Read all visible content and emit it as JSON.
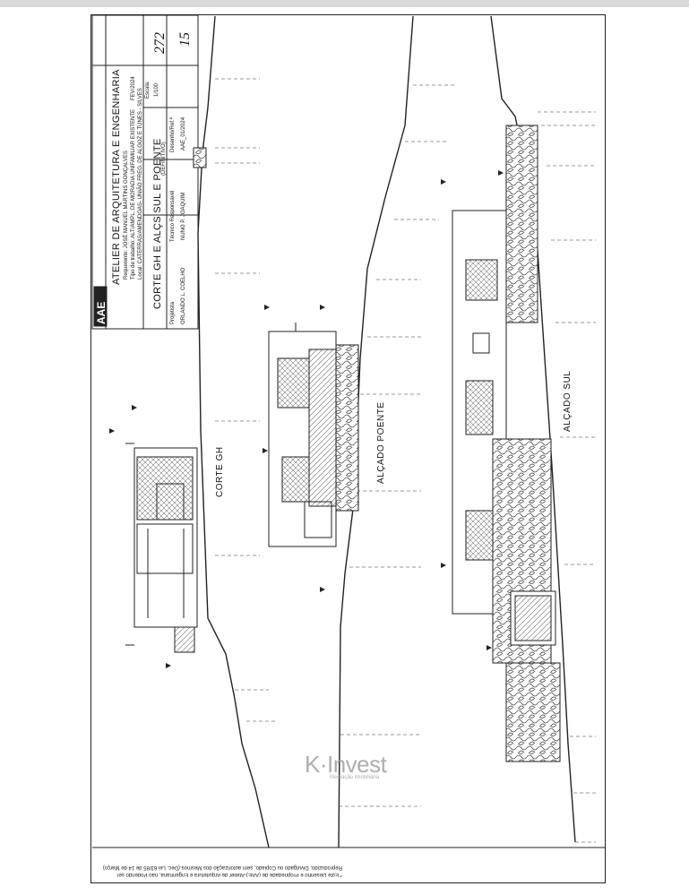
{
  "title_block": {
    "logo": "AAE",
    "firm": "ATELIER DE ARQUITETURA E ENGENHARIA",
    "requerente": "Requerente: JOSÉ MANUEL MARTINS GONÇALVES",
    "tipo": "Tipo de trabalho: ALT/AMPL. DE MORADIA UNIFAMILIAR EXISTENTE",
    "local": "Local: CATERRAS/AMENDOAS- UNIÃO FREG. DE ALGOZ E TUNES - SILVES",
    "drawing_title": "CORTE GH E ALÇS SUL E POENTE",
    "definitivo": "(DEFINITIVO)",
    "projetista_label": "Projetista",
    "projetista_name": "ORLANDO L. COELHO",
    "tecnico_label": "Técnico Responsável",
    "tecnico_name": "NUNO P. JOAQUIM",
    "date": "FEV/2024",
    "escala_label": "Escala:",
    "escala_value": "1/100",
    "desenho_label": "Desenho/Ref.ª",
    "desenho_value": "AAE_01/2024",
    "page_number": "272",
    "sheet_number": "15"
  },
  "views": {
    "corte": "CORTE GH",
    "poente": "ALÇADO POENTE",
    "sul": "ALÇADO SUL"
  },
  "footer_note": "* Este Desenho é Propriedade de (AAE)-Atelier de Arquitetura e Engenharia, não Podendo ser Reproduzido, Divulgado ou Copiado, sem autorização dos Mesmos.(Dec. Lei 63/85 de 14 de Março)",
  "watermark": {
    "name": "K·Invest",
    "tagline": "Mediação Imobiliária"
  },
  "colors": {
    "line": "#222222",
    "hatch": "#555555",
    "watermark": "#9a9a9a"
  }
}
